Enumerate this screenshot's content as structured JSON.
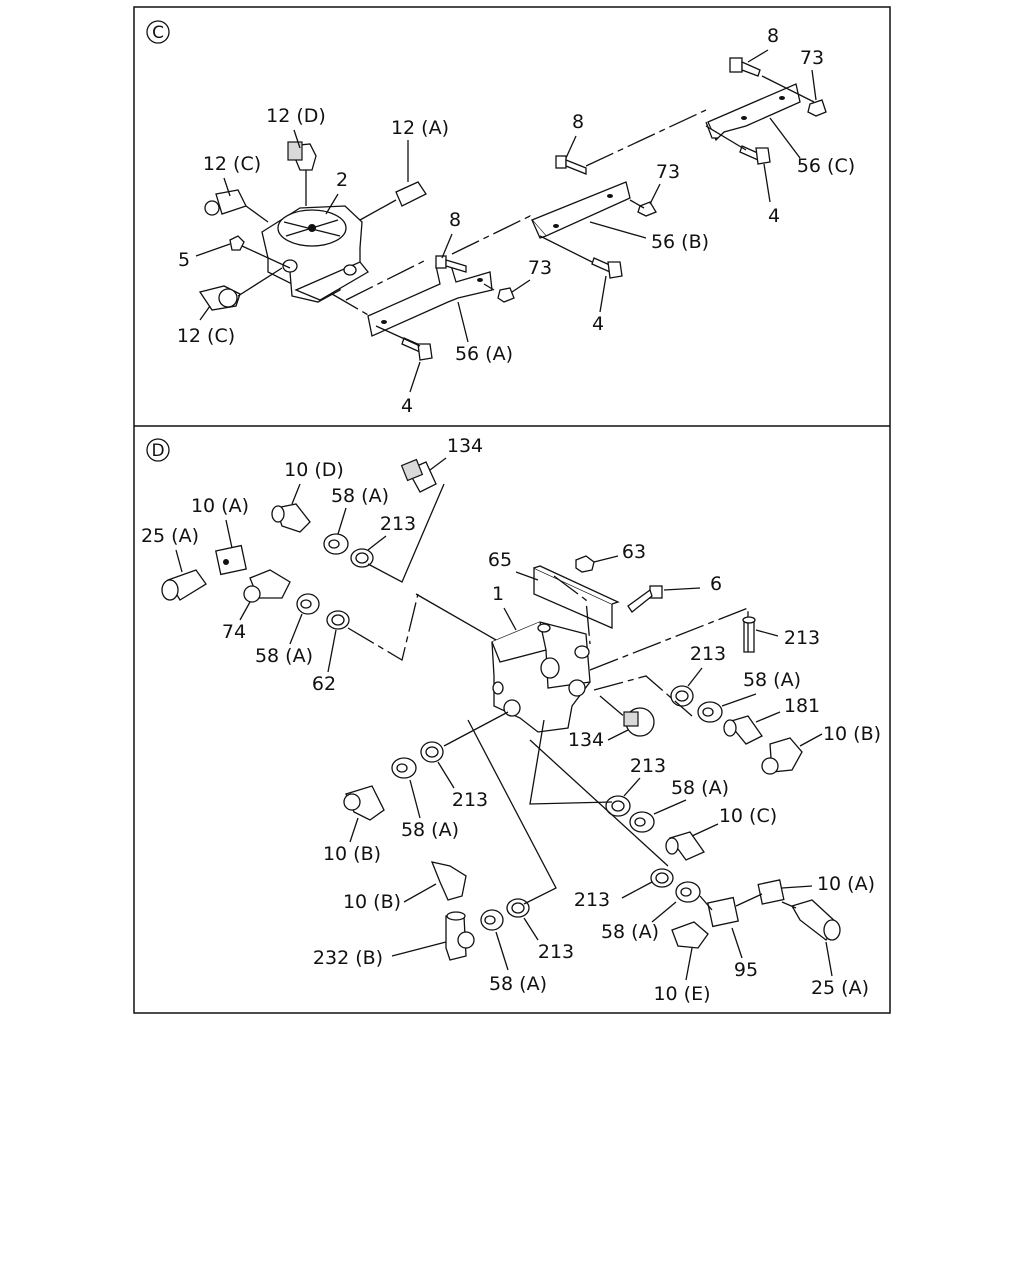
{
  "sections": [
    {
      "id": "C",
      "marker": "C",
      "labels": [
        "8",
        "73",
        "12 (D)",
        "12 (A)",
        "8",
        "12 (C)",
        "2",
        "73",
        "56 (C)",
        "4",
        "8",
        "56 (B)",
        "5",
        "73",
        "4",
        "12 (C)",
        "56 (A)",
        "4"
      ]
    },
    {
      "id": "D",
      "marker": "D",
      "labels": [
        "134",
        "10 (D)",
        "10 (A)",
        "58 (A)",
        "213",
        "25 (A)",
        "65",
        "63",
        "1",
        "6",
        "74",
        "58 (A)",
        "213",
        "62",
        "213",
        "58 (A)",
        "181",
        "134",
        "10 (B)",
        "213",
        "58 (A)",
        "213",
        "10 (C)",
        "58 (A)",
        "10 (B)",
        "10 (A)",
        "213",
        "10 (B)",
        "58 (A)",
        "232 (B)",
        "213",
        "95",
        "58 (A)",
        "10 (E)",
        "25 (A)"
      ]
    }
  ]
}
